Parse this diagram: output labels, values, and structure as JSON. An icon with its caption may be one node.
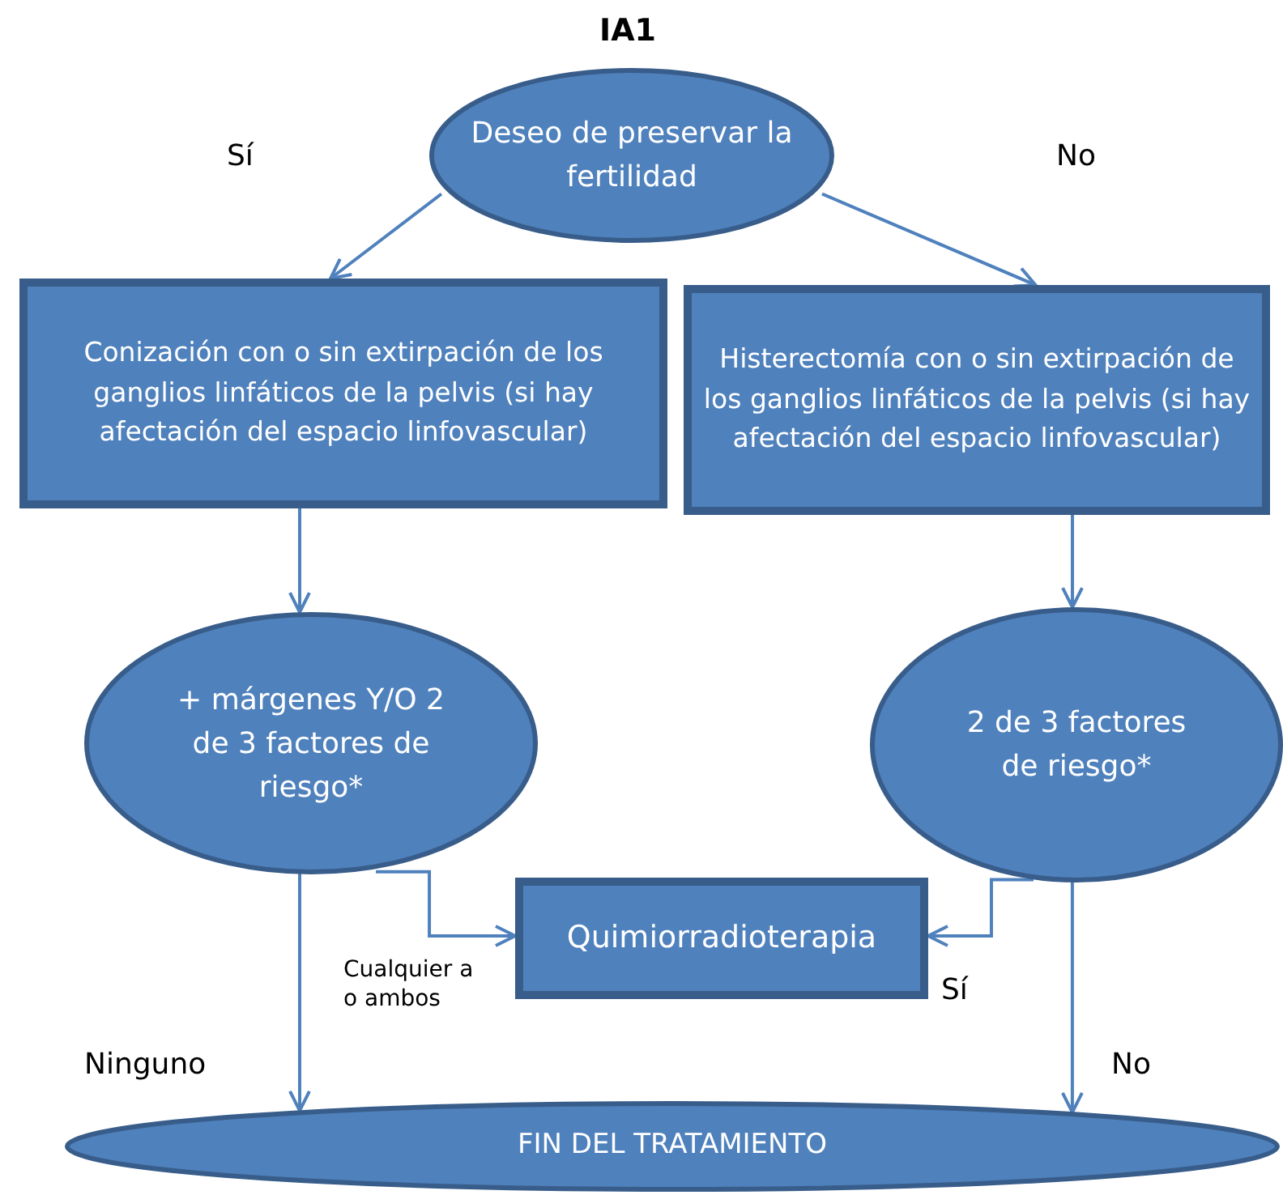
{
  "diagram": {
    "title": "IA1",
    "nodes": [
      {
        "text": [
          "Deseo de preservar la fertilidad"
        ]
      },
      {
        "text": [
          "Conización con o sin extirpación de los ganglios linfáticos de la pelvis (si hay afectación del espacio linfovascular)"
        ]
      },
      {
        "text": [
          "Histerectomía con o sin extirpación de los ganglios linfáticos de la pelvis (si hay afectación del espacio linfovascular)"
        ]
      },
      {
        "text": [
          "+ márgenes Y/O 2 de 3 factores de riesgo*"
        ]
      },
      {
        "text": [
          "2 de 3 factores de riesgo*"
        ]
      },
      {
        "text": [
          "Quimiorradioterapia"
        ]
      },
      {
        "text": [
          "FIN DEL TRATAMIENTO"
        ]
      }
    ],
    "edges": [
      {
        "from": 0,
        "to": 1,
        "arrow": "to",
        "label": "Sí"
      },
      {
        "from": 0,
        "to": 2,
        "arrow": "to",
        "label": "No"
      },
      {
        "from": 1,
        "to": 3,
        "arrow": "to"
      },
      {
        "from": 2,
        "to": 4,
        "arrow": "to"
      },
      {
        "from": 3,
        "to": 5,
        "arrow": "to",
        "label": "Cualquier a o ambos"
      },
      {
        "from": 4,
        "to": 5,
        "arrow": "to",
        "label": "Sí"
      },
      {
        "from": 3,
        "to": 6,
        "arrow": "to",
        "label": "Ninguno"
      },
      {
        "from": 4,
        "to": 6,
        "arrow": "to",
        "label": "No"
      }
    ]
  }
}
